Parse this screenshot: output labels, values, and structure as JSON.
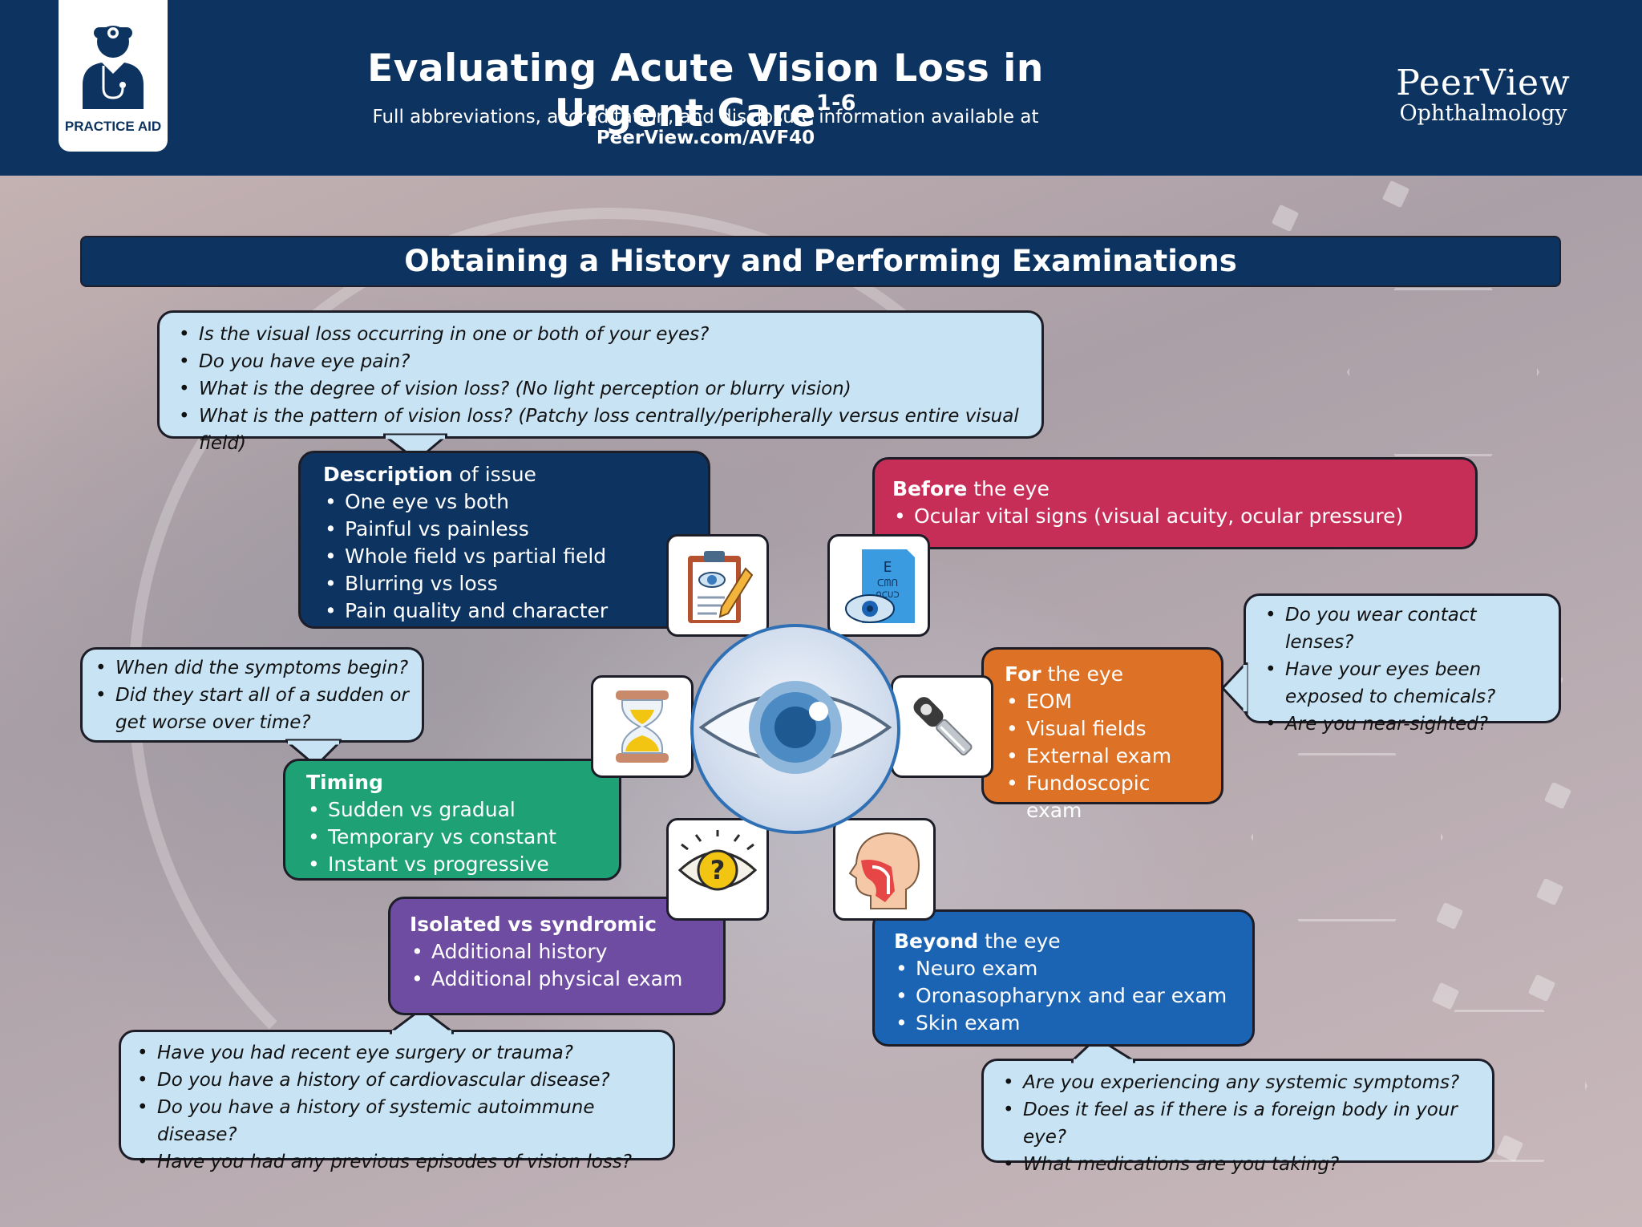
{
  "header": {
    "badge_label": "PRACTICE AID",
    "title": "Evaluating Acute Vision Loss in Urgent Care",
    "title_superscript": "1-6",
    "subtitle_prefix": "Full abbreviations, accreditation, and disclosure information available at ",
    "subtitle_link": "PeerView.com/AVF40",
    "brand_name": "PeerView",
    "brand_sub": "Ophthalmology"
  },
  "section_title": "Obtaining a History and Performing Examinations",
  "questions": {
    "description": [
      "Is the visual loss occurring in one or both of your eyes?",
      "Do you have eye pain?",
      "What is the degree of vision loss? (No light perception or blurry vision)",
      "What is the pattern of vision loss? (Patchy loss centrally/peripherally versus entire visual field)"
    ],
    "timing": [
      "When did the symptoms begin?",
      "Did they start all of a sudden or get worse over time?"
    ],
    "for_eye": [
      "Do you wear contact lenses?",
      "Have your eyes been exposed to chemicals?",
      "Are you near-sighted?"
    ],
    "isolated": [
      "Have you had recent eye surgery or trauma?",
      "Do you have a history of cardiovascular disease?",
      "Do you have a history of systemic autoimmune disease?",
      "Have you had any previous episodes of vision loss?"
    ],
    "beyond": [
      "Are you experiencing any systemic symptoms?",
      "Does it feel as if there is a foreign body in your eye?",
      "What medications are you taking?"
    ]
  },
  "categories": {
    "description": {
      "bold": "Description",
      "rest": " of issue",
      "items": [
        "One eye vs both",
        "Painful vs painless",
        "Whole field vs partial field",
        "Blurring vs loss",
        "Pain quality and character"
      ]
    },
    "before": {
      "bold": "Before",
      "rest": " the eye",
      "items": [
        "Ocular vital signs (visual acuity, ocular pressure)"
      ]
    },
    "for_eye": {
      "bold": "For",
      "rest": " the eye",
      "items": [
        "EOM",
        "Visual fields",
        "External exam",
        "Fundoscopic exam"
      ]
    },
    "timing": {
      "bold": "Timing",
      "rest": "",
      "items": [
        "Sudden vs gradual",
        "Temporary vs constant",
        "Instant vs progressive"
      ]
    },
    "isolated": {
      "bold": "Isolated vs syndromic",
      "rest": "",
      "items": [
        "Additional history",
        "Additional physical exam"
      ]
    },
    "beyond": {
      "bold": "Beyond",
      "rest": " the eye",
      "items": [
        "Neuro exam",
        "Oronasopharynx and ear exam",
        "Skin exam"
      ]
    }
  },
  "colors": {
    "navy": "#0d3461",
    "before": "#c72e57",
    "for_eye": "#dd7125",
    "timing": "#1fa176",
    "isolated": "#6d4ca1",
    "beyond": "#1b63b3",
    "question_bg": "#c7e3f4"
  },
  "icons": [
    "doctor-icon",
    "clipboard-eye-icon",
    "eye-chart-icon",
    "hourglass-icon",
    "penlight-icon",
    "eye-question-icon",
    "head-profile-icon",
    "eye-icon"
  ]
}
